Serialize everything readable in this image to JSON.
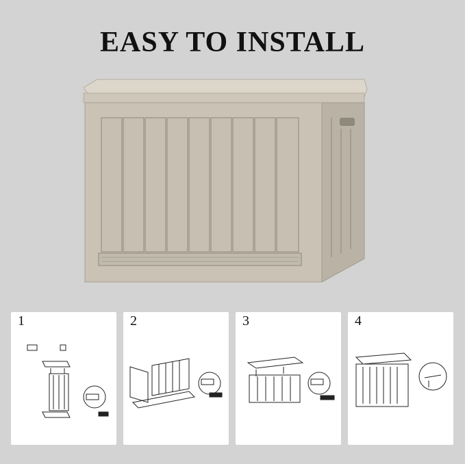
{
  "title": "EASY TO INSTALL",
  "steps": [
    {
      "number": "1"
    },
    {
      "number": "2"
    },
    {
      "number": "3"
    },
    {
      "number": "4"
    }
  ],
  "colors": {
    "background": "#d3d3d3",
    "box_body": "#c9c2b5",
    "box_shadow": "#a8a193",
    "card": "#ffffff",
    "line_art": "#222222"
  }
}
